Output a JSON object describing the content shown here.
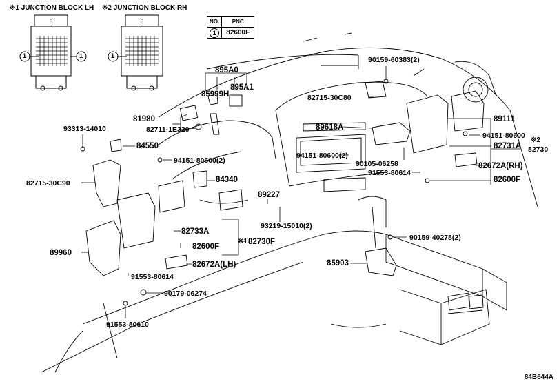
{
  "headers": {
    "jb_lh": "※1 JUNCTION BLOCK LH",
    "jb_rh": "※2 JUNCTION BLOCK RH"
  },
  "pnc_table": {
    "col_no": "NO.",
    "col_pnc": "PNC",
    "row_no": "1",
    "row_pnc": "82600F"
  },
  "circle_marker": "1",
  "parts": {
    "p895A0": "895A0",
    "p895A1": "895A1",
    "p85999H": "85999H",
    "p81980": "81980",
    "p82711": "82711-1E320",
    "p93313": "93313-14010",
    "p84550": "84550",
    "p82715_c90": "82715-30C90",
    "p94151_l": "94151-80600(2)",
    "p84340": "84340",
    "p89227": "89227",
    "p93219": "93219-15010(2)",
    "p82733A": "82733A",
    "p82600F_l": "82600F",
    "p82730F": "82730F",
    "p82672A_lh": "82672A(LH)",
    "p89960": "89960",
    "p91553_614_l": "91553-80614",
    "p90179": "90179-06274",
    "p91553_610": "91553-80610",
    "p90159_383": "90159-60383(2)",
    "p82715_c80": "82715-30C80",
    "p89618A": "89618A",
    "p94151_c": "94151-80600(2)",
    "p90105": "90105-06258",
    "p91553_614_r": "91553-80614",
    "p89111": "89111",
    "p94151_r": "94151-80600",
    "p82731A": "82731A",
    "p82730": "82730",
    "p82672A_rh": "82672A(RH)",
    "p82600F_r": "82600F",
    "p90159_278": "90159-40278(2)",
    "p85903": "85903",
    "mark1": "※1",
    "mark2": "※2"
  },
  "figure_no": "84B644A"
}
